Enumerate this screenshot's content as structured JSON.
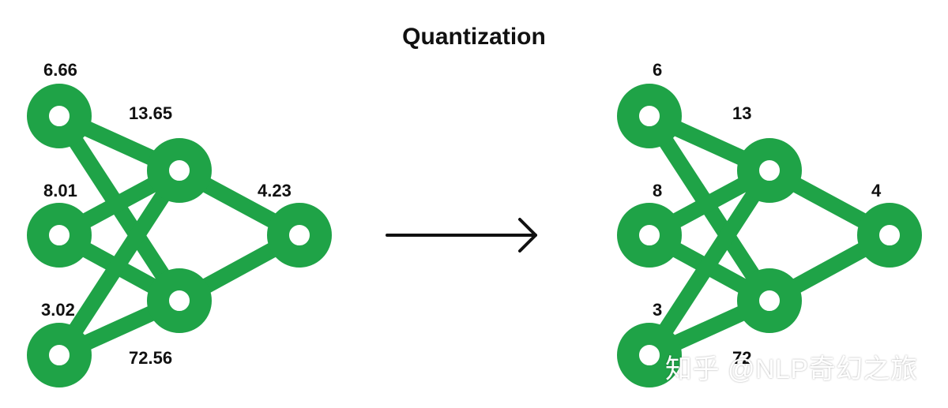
{
  "title": "Quantization",
  "watermark": "知乎 @NLP奇幻之旅",
  "colors": {
    "network": "#1fa347",
    "text": "#111111",
    "arrow": "#111111",
    "background": "#ffffff"
  },
  "before": {
    "labels": [
      "6.66",
      "8.01",
      "3.02",
      "13.65",
      "72.56",
      "4.23"
    ]
  },
  "after": {
    "labels": [
      "6",
      "8",
      "3",
      "13",
      "72",
      "4"
    ]
  },
  "arrow": {
    "icon": "right-arrow-icon"
  }
}
